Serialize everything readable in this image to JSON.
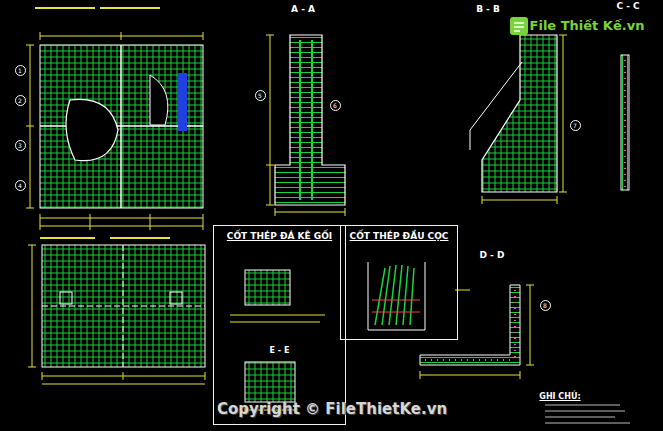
{
  "diagram": {
    "nodes": [
      {
        "text": [
          "CỐT THÉP ĐÁ KÊ GỐI",
          "E - E"
        ]
      },
      {
        "text": [
          "CỐT THÉP ĐẦU CỌC"
        ]
      }
    ],
    "labels": [
      "A - A",
      "B - B",
      "C - C",
      "D - D",
      "GHI CHÚ:",
      "Copyright © FileThietKe.vn",
      "File Thiết Kế.vn",
      "1",
      "2",
      "3",
      "4",
      "5",
      "6",
      "7",
      "8"
    ]
  }
}
